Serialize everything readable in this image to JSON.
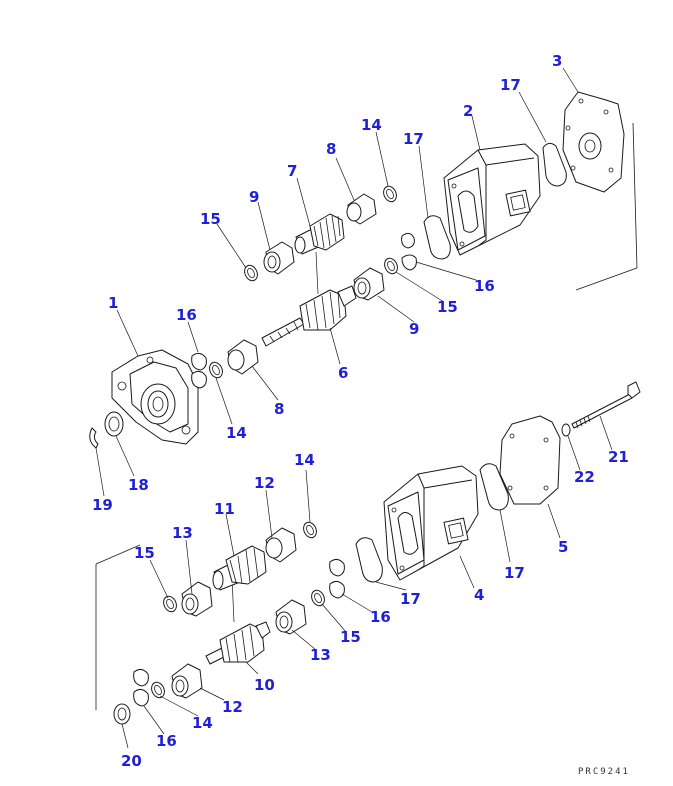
{
  "callouts": {
    "c1": "1",
    "c2": "2",
    "c3": "3",
    "c4": "4",
    "c5": "5",
    "c6": "6",
    "c7": "7",
    "c8a": "8",
    "c8b": "8",
    "c9a": "9",
    "c9b": "9",
    "c10": "10",
    "c11": "11",
    "c12a": "12",
    "c12b": "12",
    "c13a": "13",
    "c13b": "13",
    "c14a": "14",
    "c14b": "14",
    "c14c": "14",
    "c14d": "14",
    "c15a": "15",
    "c15b": "15",
    "c15c": "15",
    "c15d": "15",
    "c16a": "16",
    "c16b": "16",
    "c16c": "16",
    "c16d": "16",
    "c17a": "17",
    "c17b": "17",
    "c17c": "17",
    "c17d": "17",
    "c18": "18",
    "c19": "19",
    "c20": "20",
    "c21": "21",
    "c22": "22"
  },
  "reference_code": "PRC9241",
  "colors": {
    "callout": "#1f1fd6",
    "line": "#1a1a1a"
  }
}
